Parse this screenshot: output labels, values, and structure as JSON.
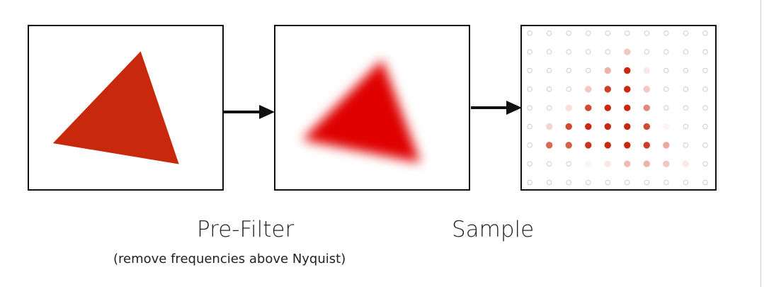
{
  "captions": {
    "prefilter": "Pre-Filter",
    "prefilter_note": "(remove frequencies above Nyquist)",
    "sample": "Sample"
  },
  "colors": {
    "triangle": "#c8290c",
    "blurred_triangle": "#e00000",
    "sample_dot": "#c8290c",
    "empty_sample": "#cccccc",
    "border": "#111111"
  },
  "sample_grid": {
    "columns": 10,
    "rows": 9,
    "intensity": [
      [
        0,
        0,
        0,
        0,
        0,
        0,
        0,
        0,
        0,
        0
      ],
      [
        0,
        0,
        0,
        0,
        0,
        0.25,
        0,
        0,
        0,
        0
      ],
      [
        0,
        0,
        0,
        0,
        0.35,
        1.0,
        0.1,
        0,
        0,
        0
      ],
      [
        0,
        0,
        0,
        0.25,
        0.9,
        1.0,
        0.25,
        0,
        0,
        0
      ],
      [
        0,
        0,
        0.15,
        0.85,
        1.0,
        1.0,
        0.55,
        0,
        0,
        0
      ],
      [
        0,
        0.2,
        0.85,
        1.0,
        1.0,
        1.0,
        0.85,
        0.05,
        0,
        0
      ],
      [
        0,
        0.7,
        0.75,
        0.95,
        1.0,
        1.0,
        0.9,
        0.4,
        0,
        0
      ],
      [
        0,
        0,
        0,
        0.05,
        0.1,
        0.3,
        0.35,
        0.25,
        0.1,
        0
      ],
      [
        0,
        0,
        0,
        0,
        0,
        0,
        0,
        0,
        0,
        0
      ]
    ]
  }
}
